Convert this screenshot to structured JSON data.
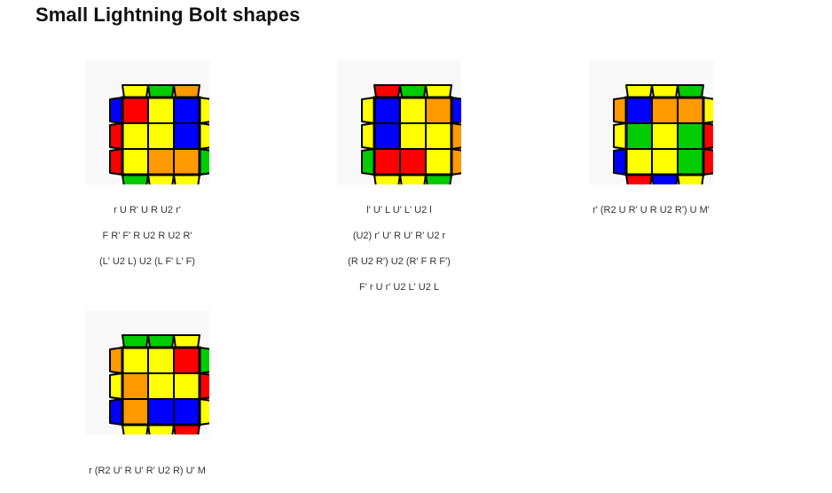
{
  "page": {
    "title": "Small Lightning Bolt shapes"
  },
  "colors": {
    "Y": "#ffff00",
    "R": "#ff0000",
    "G": "#00cc00",
    "B": "#0000ff",
    "O": "#ff9900"
  },
  "cases": [
    {
      "top": [
        "Y",
        "G",
        "O"
      ],
      "left": [
        "B",
        "R",
        "R"
      ],
      "right": [
        "Y",
        "Y",
        "G"
      ],
      "bottom": [
        "G",
        "Y",
        "Y"
      ],
      "grid": [
        [
          "R",
          "Y",
          "B"
        ],
        [
          "Y",
          "Y",
          "B"
        ],
        [
          "Y",
          "O",
          "O"
        ]
      ],
      "algs": [
        "r U R' U R U2 r'",
        "F R' F' R U2 R U2 R'",
        "(L' U2 L) U2 (L F' L' F)"
      ]
    },
    {
      "top": [
        "R",
        "G",
        "Y"
      ],
      "left": [
        "Y",
        "Y",
        "G"
      ],
      "right": [
        "B",
        "O",
        "O"
      ],
      "bottom": [
        "Y",
        "Y",
        "G"
      ],
      "grid": [
        [
          "B",
          "Y",
          "O"
        ],
        [
          "B",
          "Y",
          "Y"
        ],
        [
          "R",
          "R",
          "Y"
        ]
      ],
      "algs": [
        "l' U' L U' L' U2 l",
        "(U2) r' U' R U' R' U2 r",
        "(R U2 R') U2 (R' F R F')",
        "F' r U r' U2 L' U2 L"
      ]
    },
    {
      "top": [
        "Y",
        "Y",
        "G"
      ],
      "left": [
        "O",
        "Y",
        "B"
      ],
      "right": [
        "Y",
        "R",
        "R"
      ],
      "bottom": [
        "R",
        "B",
        "Y"
      ],
      "grid": [
        [
          "B",
          "O",
          "O"
        ],
        [
          "G",
          "Y",
          "G"
        ],
        [
          "Y",
          "Y",
          "G"
        ]
      ],
      "algs": [
        "r' (R2 U R' U R U2 R') U M'"
      ]
    },
    {
      "top": [
        "G",
        "G",
        "Y"
      ],
      "left": [
        "O",
        "Y",
        "B"
      ],
      "right": [
        "G",
        "R",
        "Y"
      ],
      "bottom": [
        "Y",
        "Y",
        "R"
      ],
      "grid": [
        [
          "Y",
          "Y",
          "R"
        ],
        [
          "O",
          "Y",
          "Y"
        ],
        [
          "O",
          "B",
          "B"
        ]
      ],
      "algs": [
        "r (R2 U' R U' R' U2 R) U' M"
      ]
    }
  ]
}
